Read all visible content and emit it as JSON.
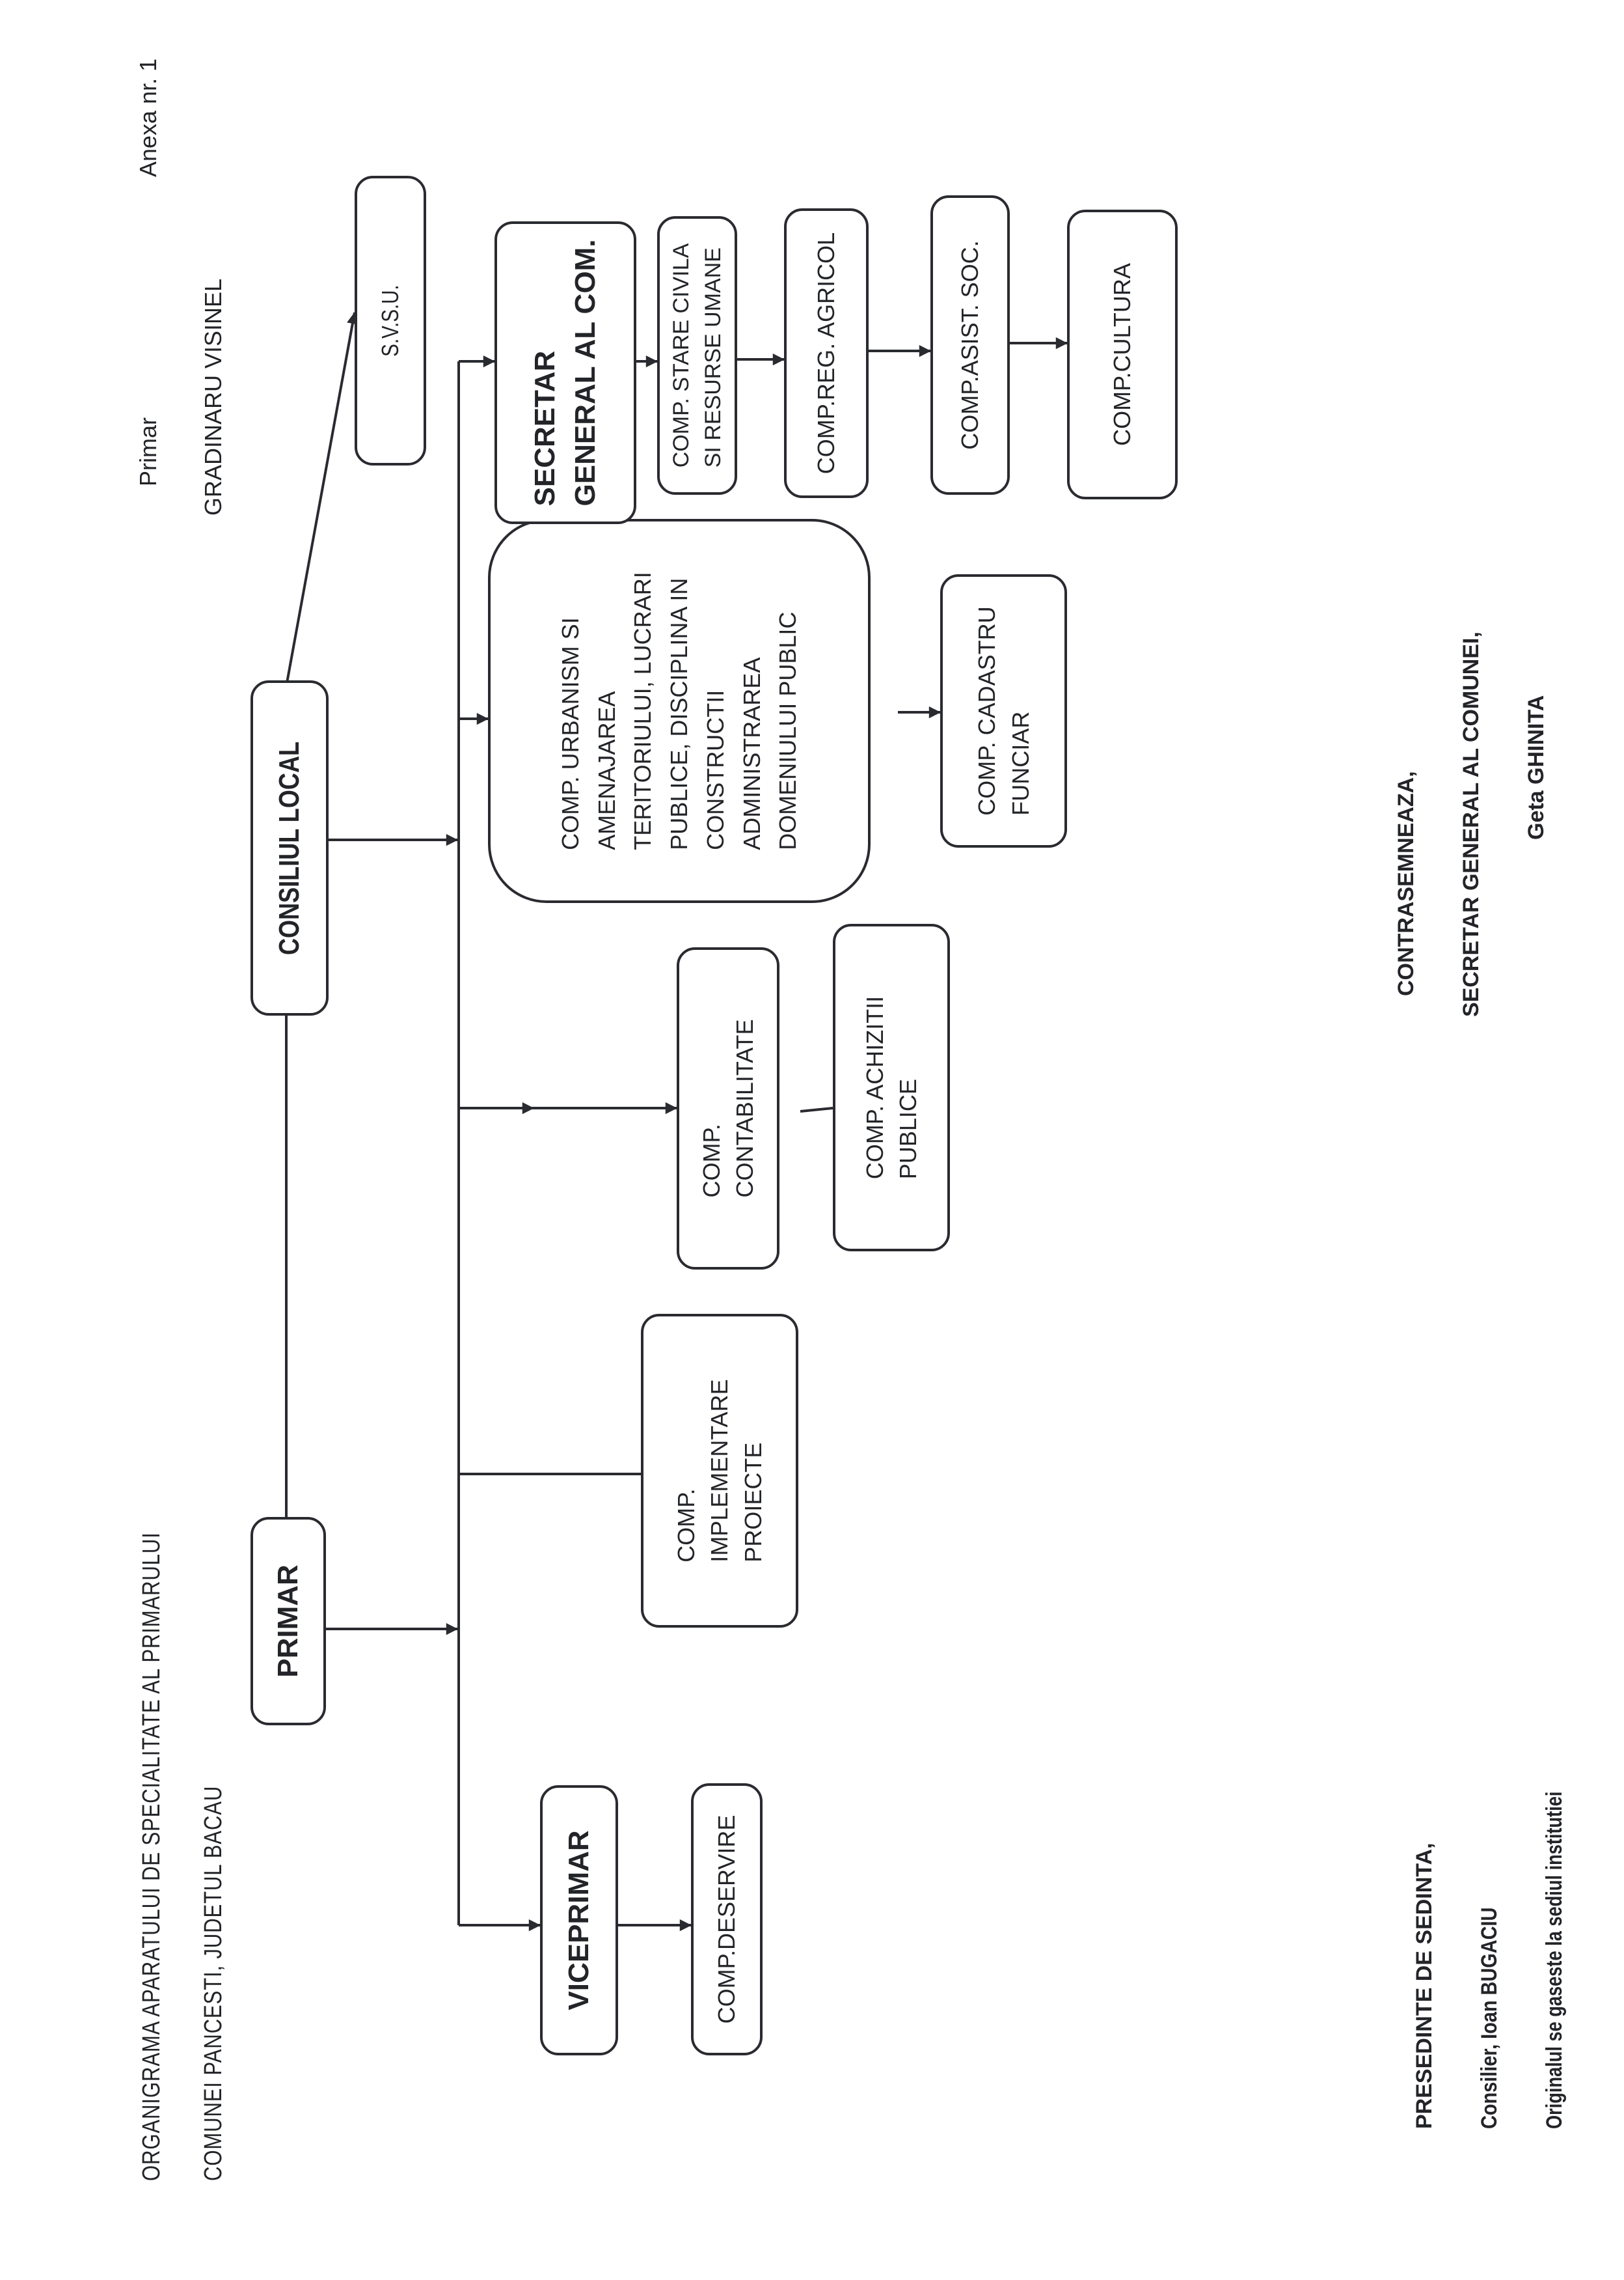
{
  "header": {
    "title_line1": "ORGANIGRAMA  APARATULUI  DE  SPECIALITATE  AL  PRIMARULUI",
    "title_line2": "COMUNEI  PANCESTI,  JUDETUL  BACAU",
    "annex": "Anexa nr. 1",
    "mayor_role": "Primar",
    "mayor_name": "GRADINARU VISINEL"
  },
  "nodes": {
    "primar": "PRIMAR",
    "consiliul_local": "CONSILIUL LOCAL",
    "svsu": "S.V.S.U.",
    "viceprimar": "VICEPRIMAR",
    "comp_deservire": "COMP.DESERVIRE",
    "comp_implementare": "COMP.\nIMPLEMENTARE\nPROIECTE",
    "comp_contabilitate": "COMP.\nCONTABILITATE",
    "comp_achizitii": "COMP. ACHIZITII\nPUBLICE",
    "comp_urbanism": "COMP.  URBANISM SI\nAMENAJAREA\nTERITORIULUI, LUCRARI\nPUBLICE, DISCIPLINA IN\nCONSTRUCTII\nADMINISTRAREA\nDOMENIULUI PUBLIC",
    "comp_cadastru": "COMP. CADASTRU\nFUNCIAR",
    "secretar_general": "SECRETAR\nGENERAL AL COM.",
    "comp_stare_civila": "COMP. STARE CIVILA\nSI RESURSE UMANE",
    "comp_reg_agricol": "COMP.REG. AGRICOL",
    "comp_asist_soc": "COMP.ASIST. SOC.",
    "comp_cultura": "COMP.CULTURA"
  },
  "signatures": {
    "left": {
      "line1": "PRESEDINTE DE SEDINTA,",
      "line2": "Consilier,  Ioan BUGACIU",
      "line3": "Originalul se gaseste la sediul institutiei"
    },
    "right": {
      "line1": "CONTRASEMNEAZA,",
      "line2": "SECRETAR GENERAL AL COMUNEI,",
      "line3": "Geta GHINITA"
    }
  },
  "colors": {
    "ink": "#2a2b30",
    "paper": "#ffffff"
  }
}
